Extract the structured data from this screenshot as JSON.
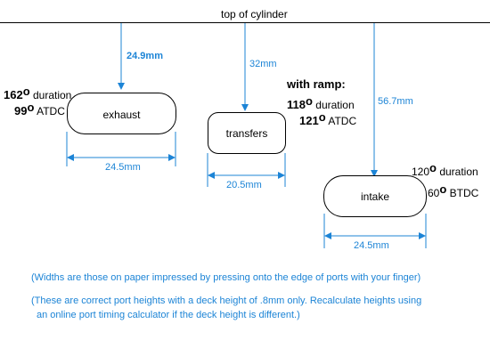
{
  "title": "top of cylinder",
  "colors": {
    "line": "#1c84d6",
    "outline": "#000000",
    "text": "#000000",
    "note": "#1c84d6"
  },
  "exhaust": {
    "label": "exhaust",
    "height": "24.9mm",
    "width": "24.5mm",
    "duration_value": "162",
    "duration_text": " duration",
    "timing_value": "99",
    "timing_text": " ATDC"
  },
  "transfers": {
    "label": "transfers",
    "height": "32mm",
    "width": "20.5mm",
    "ramp_heading": "with ramp:",
    "duration_value": "118",
    "duration_text": " duration",
    "timing_value": "121",
    "timing_text": " ATDC"
  },
  "intake": {
    "label": "intake",
    "height": "56.7mm",
    "width": "24.5mm",
    "duration_value": "120",
    "duration_text": " duration",
    "timing_value": "60",
    "timing_text": " BTDC"
  },
  "degree_symbol": "o",
  "notes": {
    "widths": "(Widths are those on paper impressed by pressing onto the edge of ports with your finger)",
    "heights_line1": "(These are correct port heights with a deck height of .8mm only.  Recalculate heights using",
    "heights_line2": "an online port timing calculator if the deck height is different.)"
  }
}
